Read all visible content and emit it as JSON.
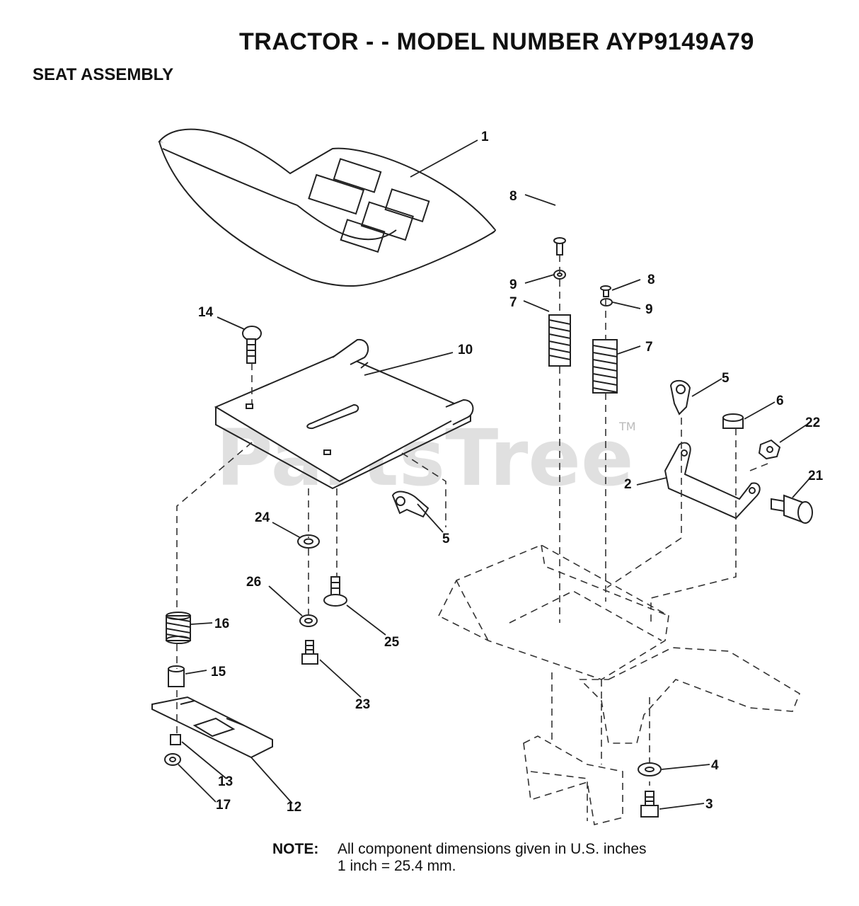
{
  "header": {
    "title": "TRACTOR - - MODEL NUMBER AYP9149A79",
    "subtitle": "SEAT ASSEMBLY"
  },
  "watermark": {
    "text": "PartsTree",
    "tm": "TM"
  },
  "note": {
    "label": "NOTE:",
    "line1": "All component dimensions given in U.S. inches",
    "line2": "1 inch = 25.4 mm."
  },
  "callouts": [
    {
      "id": "c1",
      "text": "1"
    },
    {
      "id": "c8a",
      "text": "8"
    },
    {
      "id": "c9a",
      "text": "9"
    },
    {
      "id": "c7a",
      "text": "7"
    },
    {
      "id": "c8b",
      "text": "8"
    },
    {
      "id": "c9b",
      "text": "9"
    },
    {
      "id": "c7b",
      "text": "7"
    },
    {
      "id": "c14",
      "text": "14"
    },
    {
      "id": "c10",
      "text": "10"
    },
    {
      "id": "c5a",
      "text": "5"
    },
    {
      "id": "c6",
      "text": "6"
    },
    {
      "id": "c22",
      "text": "22"
    },
    {
      "id": "c2",
      "text": "2"
    },
    {
      "id": "c21",
      "text": "21"
    },
    {
      "id": "c24",
      "text": "24"
    },
    {
      "id": "c5b",
      "text": "5"
    },
    {
      "id": "c26",
      "text": "26"
    },
    {
      "id": "c25",
      "text": "25"
    },
    {
      "id": "c16",
      "text": "16"
    },
    {
      "id": "c15",
      "text": "15"
    },
    {
      "id": "c23",
      "text": "23"
    },
    {
      "id": "c13",
      "text": "13"
    },
    {
      "id": "c17",
      "text": "17"
    },
    {
      "id": "c12",
      "text": "12"
    },
    {
      "id": "c4",
      "text": "4"
    },
    {
      "id": "c3",
      "text": "3"
    }
  ]
}
